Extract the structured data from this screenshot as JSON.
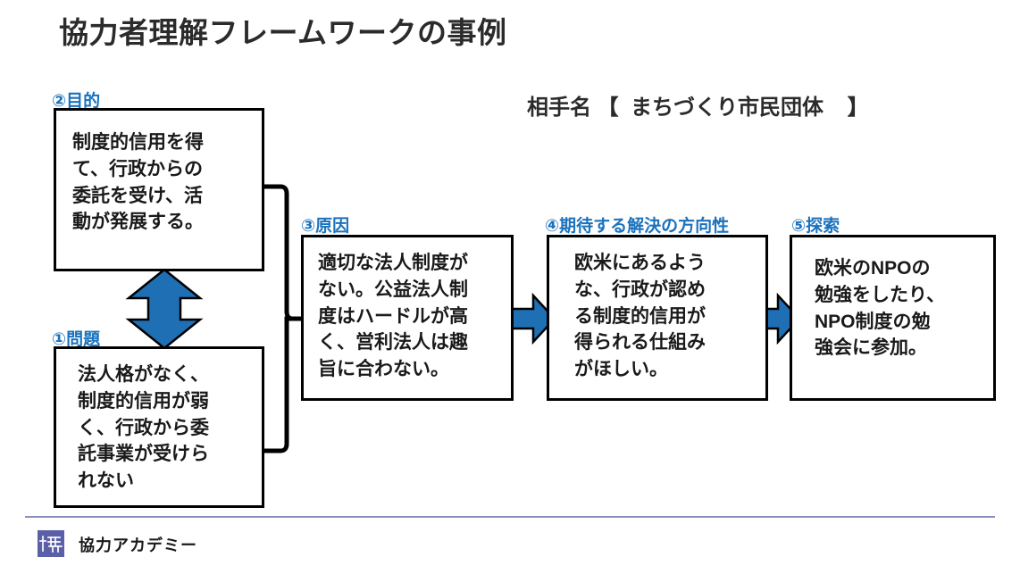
{
  "slide": {
    "title": "協力者理解フレームワークの事例",
    "partner_line": "相手名 【  まちづくり市民団体    】"
  },
  "framework": {
    "sections": [
      {
        "id": "problem",
        "caption": "①問題",
        "body": "法人格がなく、\n制度的信用が弱\nく、行政から委\n託事業が受けら\nれない"
      },
      {
        "id": "purpose",
        "caption": "②目的",
        "body": "制度的信用を得\nて、行政からの\n委託を受け、活\n動が発展する。"
      },
      {
        "id": "cause",
        "caption": "③原因",
        "body": "適切な法人制度が\nない。公益法人制\n度はハードルが高\nく、営利法人は趣\n旨に合わない。"
      },
      {
        "id": "direction",
        "caption": "④期待する解決の方向性",
        "body": "欧米にあるよう\nな、行政が認め\nる制度的信用が\n得られる仕組み\nがほしい。"
      },
      {
        "id": "search",
        "caption": "⑤探索",
        "body": "欧米のNPOの\n勉強をしたり、\nNPO制度の勉\n強会に参加。"
      }
    ],
    "connectors": [
      {
        "name": "purpose-problem-double-arrow",
        "kind": "vertical-double-arrow",
        "color": "#1f6fb5"
      },
      {
        "name": "cause-to-direction-arrow",
        "kind": "right-arrow",
        "color": "#1f6fb5"
      },
      {
        "name": "direction-to-search-arrow",
        "kind": "right-arrow",
        "color": "#1f6fb5"
      },
      {
        "name": "left-boxes-bracket",
        "kind": "bracket",
        "color": "#000000"
      }
    ]
  },
  "footer": {
    "brand": "協力アカデミー",
    "logo_glyph": "協",
    "logo_color": "#5a5fa8",
    "rule_color": "#8b8fbe"
  },
  "colors": {
    "caption_blue": "#1a72bd",
    "arrow_blue": "#1f6fb5",
    "box_border": "#000000",
    "text": "#1a1a1a",
    "title": "#2b2b2b"
  }
}
